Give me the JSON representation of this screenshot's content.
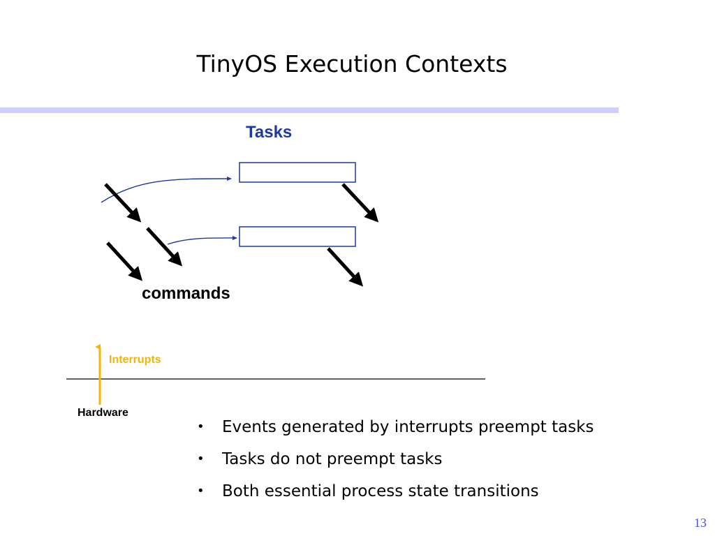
{
  "slide": {
    "title": "TinyOS Execution Contexts",
    "page_number": "13"
  },
  "diagram": {
    "tasks_label": "Tasks",
    "commands_label": "commands",
    "interrupts_label": "Interrupts",
    "hardware_label": "Hardware"
  },
  "bullets": [
    "Events generated by interrupts preempt tasks",
    "Tasks do not preempt tasks",
    "Both essential process state transitions"
  ],
  "colors": {
    "title_rule": "#cccfff",
    "task_box_border": "#1f3a9e",
    "tasks_label": "#1f3a9e",
    "interrupts": "#f5b400",
    "page_number": "#4b4fd0"
  }
}
